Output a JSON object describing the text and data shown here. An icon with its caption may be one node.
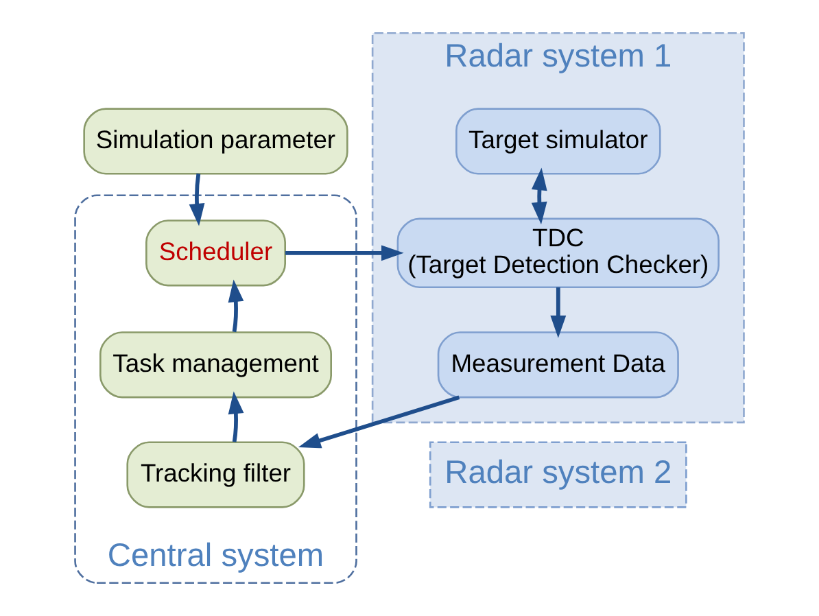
{
  "diagram": {
    "nodes": [
      {
        "text": [
          "Simulation parameter"
        ]
      },
      {
        "text": [
          "Central system"
        ]
      },
      {
        "text": [
          "Scheduler"
        ],
        "in": 1
      },
      {
        "text": [
          "Task management"
        ],
        "in": 1
      },
      {
        "text": [
          "Tracking filter"
        ],
        "in": 1
      },
      {
        "text": [
          "Radar system 1"
        ]
      },
      {
        "text": [
          "Target simulator"
        ],
        "in": 5
      },
      {
        "text": [
          "TDC",
          "(Target Detection Checker)"
        ],
        "in": 5
      },
      {
        "text": [
          "Measurement Data"
        ],
        "in": 5
      },
      {
        "text": [
          "Radar system 2"
        ]
      }
    ],
    "edges": [
      {
        "from": 0,
        "to": 2,
        "arrow": "to"
      },
      {
        "from": 2,
        "to": 7,
        "arrow": "to"
      },
      {
        "from": 6,
        "to": 7,
        "arrow": "both"
      },
      {
        "from": 7,
        "to": 8,
        "arrow": "to"
      },
      {
        "from": 8,
        "to": 4,
        "arrow": "to"
      },
      {
        "from": 4,
        "to": 3,
        "arrow": "to"
      },
      {
        "from": 3,
        "to": 2,
        "arrow": "to"
      }
    ]
  }
}
